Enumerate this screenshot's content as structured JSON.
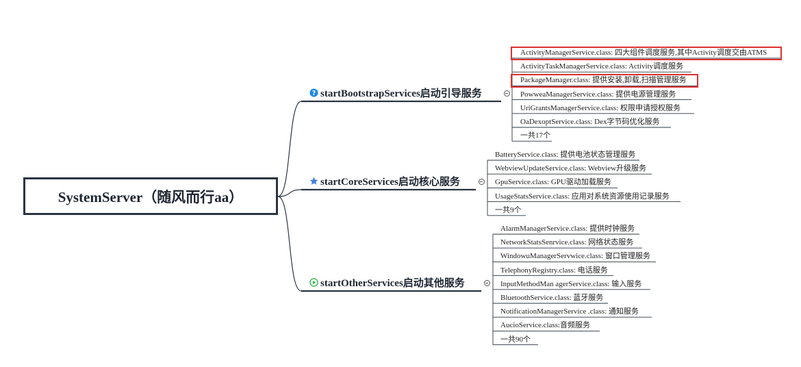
{
  "root": {
    "label": "SystemServer（随风而行aa）"
  },
  "branches": [
    {
      "label": "startBootstrapServices启动引导服务",
      "icon": "question-icon",
      "icon_color": "#1e88e5",
      "items": [
        "ActivityManagerService.class: 四大组件调度服务,其中Activity调度交由ATMS",
        "ActivityTaskManagerService.class: Activity调度服务",
        "PackageManager.class: 提供安装,卸载,扫描管理服务",
        "PowweaManagerService.class: 提供电源管理服务",
        "UriGrantsManagerService.class: 权限申请授权服务",
        "OaDexoptService.class: Dex字节码优化服务",
        "一共17个"
      ],
      "highlighted": [
        0,
        2
      ]
    },
    {
      "label": "startCoreServices启动核心服务",
      "icon": "star-icon",
      "icon_color": "#3f7fe0",
      "items": [
        "BatteryService.class: 提供电池状态管理服务",
        "WebviewUpdateService.class: Webview升级服务",
        "GpuService.class: GPU驱动加载服务",
        "UsageStatsService.class: 应用对系统资源使用记录服务",
        "一共9个"
      ],
      "highlighted": []
    },
    {
      "label": "startOtherServices启动其他服务",
      "icon": "play-icon",
      "icon_color": "#2fb34a",
      "items": [
        "AlarmManagerService.class: 提供时钟服务",
        "NetworkStatsSenrvice.class: 网络状态服务",
        "WindowuManagerServwice.class: 窗口管理服务",
        "TelephonyRegistry.class: 电话服务",
        "InputMethodMan agerService.class: 输入服务",
        "BluetoothService.class: 蓝牙服务",
        "NotificationManagerService .class: 通知服务",
        "AucioService.class:音频服务",
        "一共90个"
      ],
      "highlighted": []
    }
  ],
  "colors": {
    "line": "#2b3440",
    "highlight": "#e03030"
  }
}
